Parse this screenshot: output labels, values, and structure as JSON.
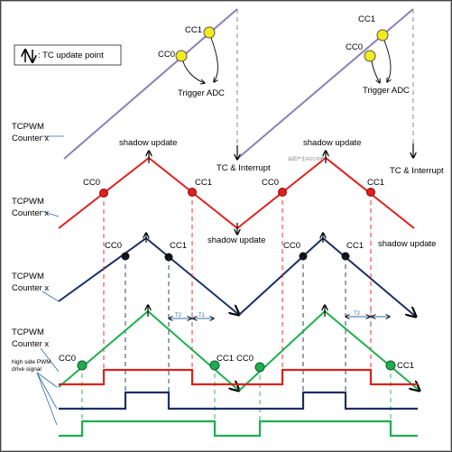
{
  "legend": {
    "text": ": TC update point"
  },
  "row1": {
    "label_line1": "TCPWM",
    "label_line2": "Counter x",
    "cc1": "CC1",
    "cc0": "CC0",
    "trigger": "Trigger ADC",
    "tc_interrupt": "TC & Interrupt"
  },
  "row2": {
    "label_line1": "TCPWM",
    "label_line2": "Counter x",
    "shadow_update": "shadow update",
    "cc0": "CC0",
    "cc1": "CC1",
    "faint_note": "由原产生RGC中断"
  },
  "row3": {
    "label_line1": "TCPWM",
    "label_line2": "Counter x",
    "cc0": "CC0",
    "cc1": "CC1"
  },
  "row4": {
    "label_line1": "TCPWM",
    "label_line2": "Counter x",
    "cc0": "CC0",
    "cc1": "CC1",
    "high_side_line1": "high side PWM",
    "high_side_line2": "drive signal",
    "t2": "T2",
    "t1": "T1",
    "t_short": "T2"
  },
  "colors": {
    "row1": "#8c7fb8",
    "row2": "#e41e1e",
    "row3": "#1b2f63",
    "row4": "#1fae4f",
    "cc_point_row1": "#f2ea1c",
    "pwm_red": "#d8221d",
    "gap_blue": "#2e6ea8"
  }
}
